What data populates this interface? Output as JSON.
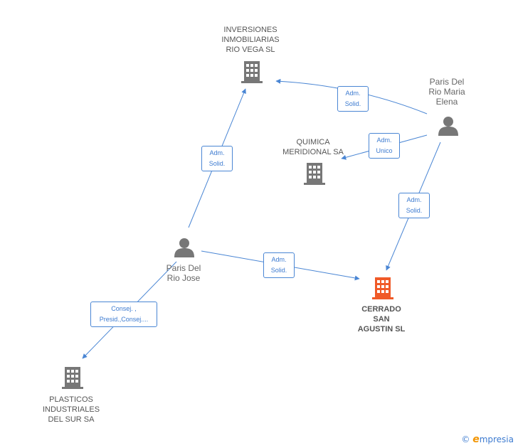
{
  "nodes": {
    "inversiones": {
      "label": "INVERSIONES\nINMOBILIARIAS\nRIO VEGA SL",
      "type": "company"
    },
    "quimica": {
      "label": "QUIMICA\nMERIDIONAL SA",
      "type": "company"
    },
    "cerrado": {
      "label": "CERRADO\nSAN\nAGUSTIN SL",
      "type": "company-focus"
    },
    "plasticos": {
      "label": "PLASTICOS\nINDUSTRIALES\nDEL SUR SA",
      "type": "company"
    },
    "jose": {
      "label": "Paris Del\nRio Jose",
      "type": "person"
    },
    "elena": {
      "label": "Paris Del\nRio Maria\nElena",
      "type": "person"
    }
  },
  "edges": {
    "jose_inversiones": "Adm.\nSolid.",
    "jose_cerrado": "Adm.\nSolid.",
    "jose_plasticos": "Consej. ,\nPresid.,Consej....",
    "elena_inversiones": "Adm.\nSolid.",
    "elena_quimica": "Adm.\nUnico",
    "elena_cerrado": "Adm.\nSolid."
  },
  "colors": {
    "edge": "#4a86d4",
    "company_icon": "#777777",
    "focus_icon": "#f05a28",
    "person_icon": "#777777"
  },
  "footer": {
    "copyright": "©",
    "brand_initial": "e",
    "brand_rest": "mpresia"
  }
}
